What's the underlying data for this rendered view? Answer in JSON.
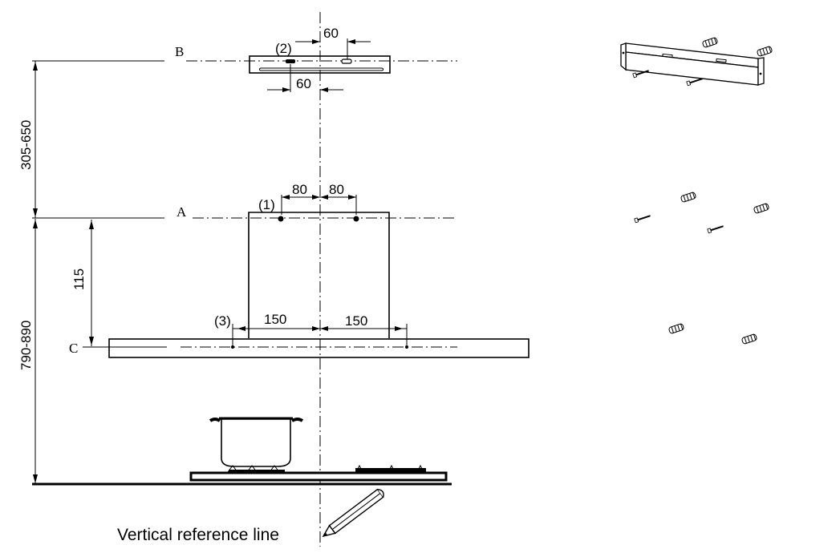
{
  "reference_levels": {
    "b": "B",
    "a": "A",
    "c": "C"
  },
  "dimensions": {
    "wall_bracket_offset_top": "60",
    "wall_bracket_offset_bottom": "60",
    "chimney_hole_left": "80",
    "chimney_hole_right": "80",
    "hood_hole_left": "150",
    "hood_hole_right": "150",
    "height_b_to_a": "305-650",
    "height_a_to_c": "115",
    "height_hood_above_hob": "790-890"
  },
  "markers": {
    "chimney_holes": "(1)",
    "bracket_holes": "(2)",
    "hood_holes": "(3)"
  },
  "caption": "Vertical reference line",
  "hardware_groups": {
    "bracket_set": {
      "plugs": 2,
      "screws": 2
    },
    "middle_set": {
      "plugs": 2,
      "screws": 2
    },
    "bottom_set": {
      "plugs": 2,
      "screws": 0
    }
  }
}
